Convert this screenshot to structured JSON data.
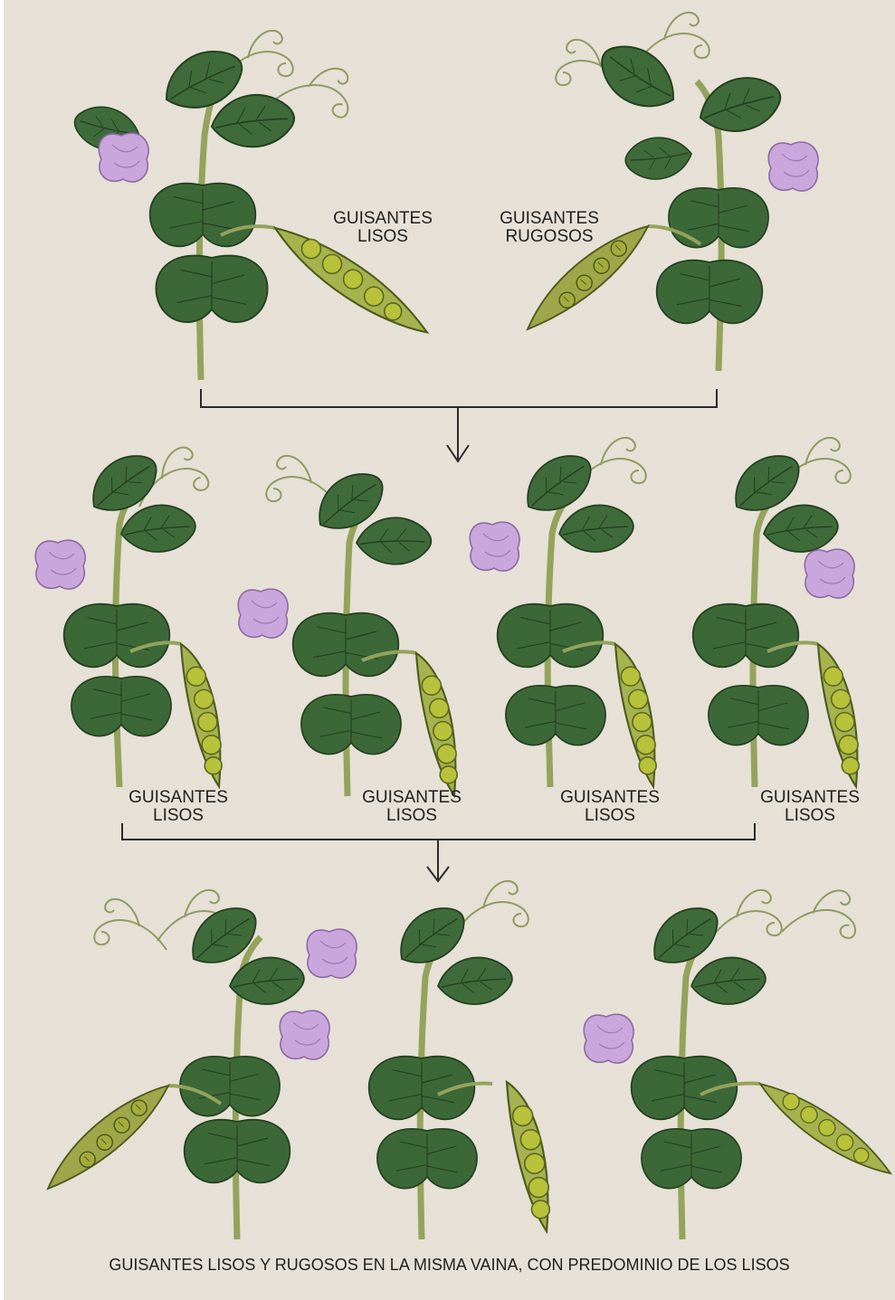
{
  "parents": {
    "left": {
      "line1": "GUISANTES",
      "line2": "LISOS"
    },
    "right": {
      "line1": "GUISANTES",
      "line2": "RUGOSOS"
    }
  },
  "f1": [
    {
      "line1": "GUISANTES",
      "line2": "LISOS"
    },
    {
      "line1": "GUISANTES",
      "line2": "LISOS"
    },
    {
      "line1": "GUISANTES",
      "line2": "LISOS"
    },
    {
      "line1": "GUISANTES",
      "line2": "LISOS"
    }
  ],
  "caption": "GUISANTES LISOS Y RUGOSOS EN LA MISMA VAINA, CON PREDOMINIO DE LOS LISOS",
  "colors": {
    "background": "#e6e0d6",
    "leaf": "#3f6b3b",
    "leaf_vein": "#2a4a28",
    "stem": "#93a35c",
    "pod": "#9aa94a",
    "pea": "#b7c23c",
    "flower": "#c9a7dc",
    "line": "#2a2a2a"
  },
  "icons": [
    "pea-plant-icon",
    "pea-pod-icon",
    "pea-flower-icon",
    "tendril-icon",
    "down-arrow-icon"
  ]
}
